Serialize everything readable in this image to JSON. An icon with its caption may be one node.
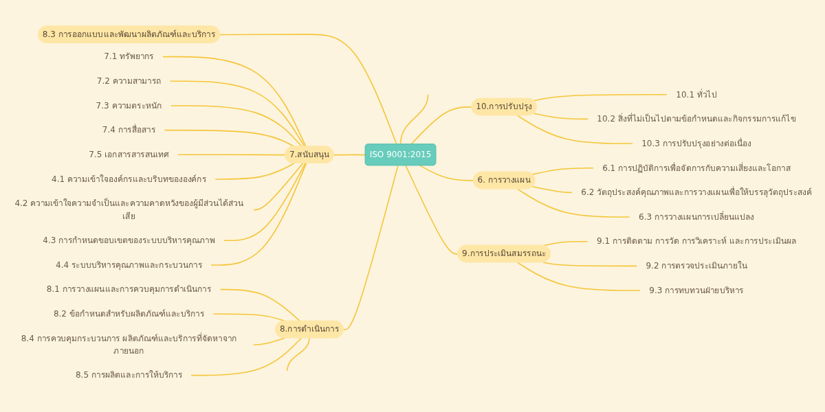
{
  "diagram": {
    "nodes": [
      {
        "text": [
          "ISO 9001:2015"
        ]
      },
      {
        "text": [
          "10.การปรับปรุง"
        ]
      },
      {
        "text": [
          "10.1 ทั่วไป"
        ]
      },
      {
        "text": [
          "10.2 สิ่งที่ไม่เป็นไปตามข้อกำหนดและกิจกรรมการแก้ไข"
        ]
      },
      {
        "text": [
          "10.3 การปรับปรุงอย่างต่อเนื่อง"
        ]
      },
      {
        "text": [
          "8.3 การออกแบบและพัฒนาผลิตภัณฑ์และบริการ"
        ]
      },
      {
        "text": [
          "7.สนับสนุน"
        ]
      },
      {
        "text": [
          "7.1 ทรัพยากร"
        ]
      },
      {
        "text": [
          "7.2 ความสามารถ"
        ]
      },
      {
        "text": [
          "7.3 ความตระหนัก"
        ]
      },
      {
        "text": [
          "7.4 การสื่อสาร"
        ]
      },
      {
        "text": [
          "7.5 เอกสารสารสนเทศ"
        ]
      },
      {
        "text": [
          "4.1 ความเข้าใจองค์กรและบริบทขององค์กร"
        ]
      },
      {
        "text": [
          "4.2 ความเข้าใจความจำเป็นและความคาดหวังของผู้มีส่วนได้ส่วนเสีย"
        ]
      },
      {
        "text": [
          "4.3 การกำหนดขอบเขตของระบบบริหารคุณภาพ"
        ]
      },
      {
        "text": [
          "4.4 ระบบบริหารคุณภาพและกระบวนการ"
        ]
      },
      {
        "text": [
          "8.การดำเนินการ"
        ]
      },
      {
        "text": [
          "8.1 การวางแผนและการควบคุมการดำเนินการ"
        ]
      },
      {
        "text": [
          "8.2 ข้อกำหนดสำหรับผลิตภัณฑ์และบริการ"
        ]
      },
      {
        "text": [
          "8.4 การควบคุมกระบวนการ ผลิตภัณฑ์และบริการที่จัดหาจากภายนอก"
        ]
      },
      {
        "text": [
          "8.5 การผลิตและการให้บริการ"
        ]
      },
      {
        "text": [
          "6. การวางแผน"
        ]
      },
      {
        "text": [
          "6.1 การปฏิบัติการเพื่อจัดการกับความเสี่ยงและโอกาส"
        ]
      },
      {
        "text": [
          "6.2 วัตถุประสงค์คุณภาพและการวางแผนเพื่อให้บรรลุวัตถุประสงค์"
        ]
      },
      {
        "text": [
          "6.3 การวางแผนการเปลี่ยนแปลง"
        ]
      },
      {
        "text": [
          "9.การประเมินสมรรถนะ"
        ]
      },
      {
        "text": [
          "9.1 การติดตาม การวัด การวิเคราะห์ และการประเมินผล"
        ]
      },
      {
        "text": [
          "9.2 การตรวจประเมินภายใน"
        ]
      },
      {
        "text": [
          "9.3 การทบทวนฝ่ายบริหาร"
        ]
      }
    ],
    "edges": [
      {
        "from": 0,
        "to": null,
        "arrow": "none"
      },
      {
        "from": 0,
        "to": 1,
        "arrow": "none"
      },
      {
        "from": 1,
        "to": 2,
        "arrow": "none"
      },
      {
        "from": 1,
        "to": 3,
        "arrow": "none"
      },
      {
        "from": 1,
        "to": 4,
        "arrow": "none"
      },
      {
        "from": 0,
        "to": 5,
        "arrow": "none"
      },
      {
        "from": 0,
        "to": 6,
        "arrow": "none"
      },
      {
        "from": 6,
        "to": 7,
        "arrow": "none"
      },
      {
        "from": 6,
        "to": 8,
        "arrow": "none"
      },
      {
        "from": 6,
        "to": 9,
        "arrow": "none"
      },
      {
        "from": 6,
        "to": 10,
        "arrow": "none"
      },
      {
        "from": 6,
        "to": 11,
        "arrow": "none"
      },
      {
        "from": 6,
        "to": 12,
        "arrow": "none"
      },
      {
        "from": 6,
        "to": 13,
        "arrow": "none"
      },
      {
        "from": 6,
        "to": 14,
        "arrow": "none"
      },
      {
        "from": 6,
        "to": 15,
        "arrow": "none"
      },
      {
        "from": 0,
        "to": 16,
        "arrow": "none"
      },
      {
        "from": 16,
        "to": 17,
        "arrow": "none"
      },
      {
        "from": 16,
        "to": 18,
        "arrow": "none"
      },
      {
        "from": 16,
        "to": 19,
        "arrow": "none"
      },
      {
        "from": 16,
        "to": 20,
        "arrow": "none"
      },
      {
        "from": 16,
        "to": null,
        "arrow": "none"
      },
      {
        "from": 0,
        "to": 21,
        "arrow": "none"
      },
      {
        "from": 21,
        "to": 22,
        "arrow": "none"
      },
      {
        "from": 21,
        "to": 23,
        "arrow": "none"
      },
      {
        "from": 21,
        "to": 24,
        "arrow": "none"
      },
      {
        "from": 0,
        "to": 25,
        "arrow": "none"
      },
      {
        "from": 25,
        "to": 26,
        "arrow": "none"
      },
      {
        "from": 25,
        "to": 27,
        "arrow": "none"
      },
      {
        "from": 25,
        "to": 28,
        "arrow": "none"
      }
    ]
  }
}
